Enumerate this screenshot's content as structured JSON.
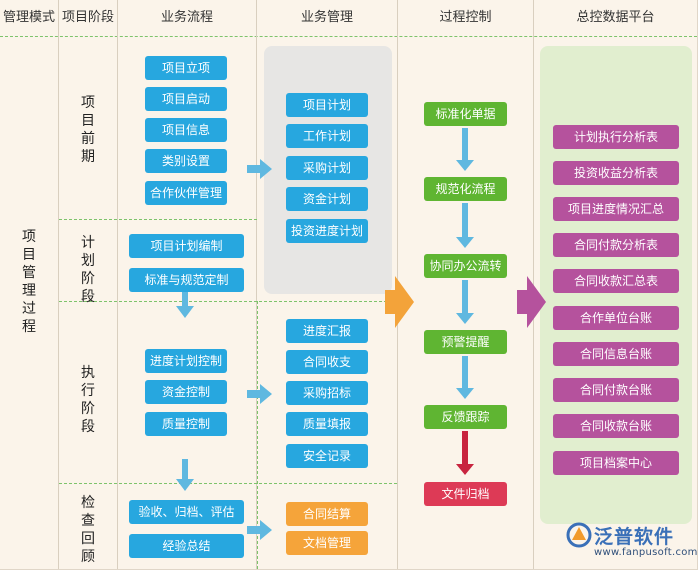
{
  "headers": {
    "mode": "管理模式",
    "stage": "项目阶段",
    "flow": "业务流程",
    "mgmt": "业务管理",
    "ctrl": "过程控制",
    "platform": "总控数据平台"
  },
  "mode_label": "项目管理过程",
  "stages": {
    "pre": "项目前期",
    "plan": "计划阶段",
    "exec": "执行阶段",
    "review": "检查回顾"
  },
  "flow": {
    "pre": [
      "项目立项",
      "项目启动",
      "项目信息",
      "类别设置",
      "合作伙伴管理"
    ],
    "plan": [
      "项目计划编制",
      "标准与规范定制"
    ],
    "exec": [
      "进度计划控制",
      "资金控制",
      "质量控制"
    ],
    "review": [
      "验收、归档、评估",
      "经验总结"
    ]
  },
  "mgmt": {
    "pre": [
      "项目计划",
      "工作计划",
      "采购计划",
      "资金计划",
      "投资进度计划"
    ],
    "exec": [
      "进度汇报",
      "合同收支",
      "采购招标",
      "质量填报",
      "安全记录"
    ],
    "review": [
      "合同结算",
      "文档管理"
    ]
  },
  "ctrl": {
    "steps": [
      "标准化单据",
      "规范化流程",
      "协同办公流转",
      "预警提醒",
      "反馈跟踪"
    ],
    "final": "文件归档"
  },
  "platform": [
    "计划执行分析表",
    "投资收益分析表",
    "项目进度情况汇总",
    "合同付款分析表",
    "合同收款汇总表",
    "合作单位台账",
    "合同信息台账",
    "合同付款台账",
    "合同收款台账",
    "项目档案中心"
  ],
  "logo": {
    "name": "泛普软件",
    "url": "www.fanpusoft.com"
  },
  "colors": {
    "flow": "#27a7df",
    "ctrl": "#5fb532",
    "final": "#dd3a56",
    "review": "#f5a43a",
    "platform": "#b5529d"
  }
}
